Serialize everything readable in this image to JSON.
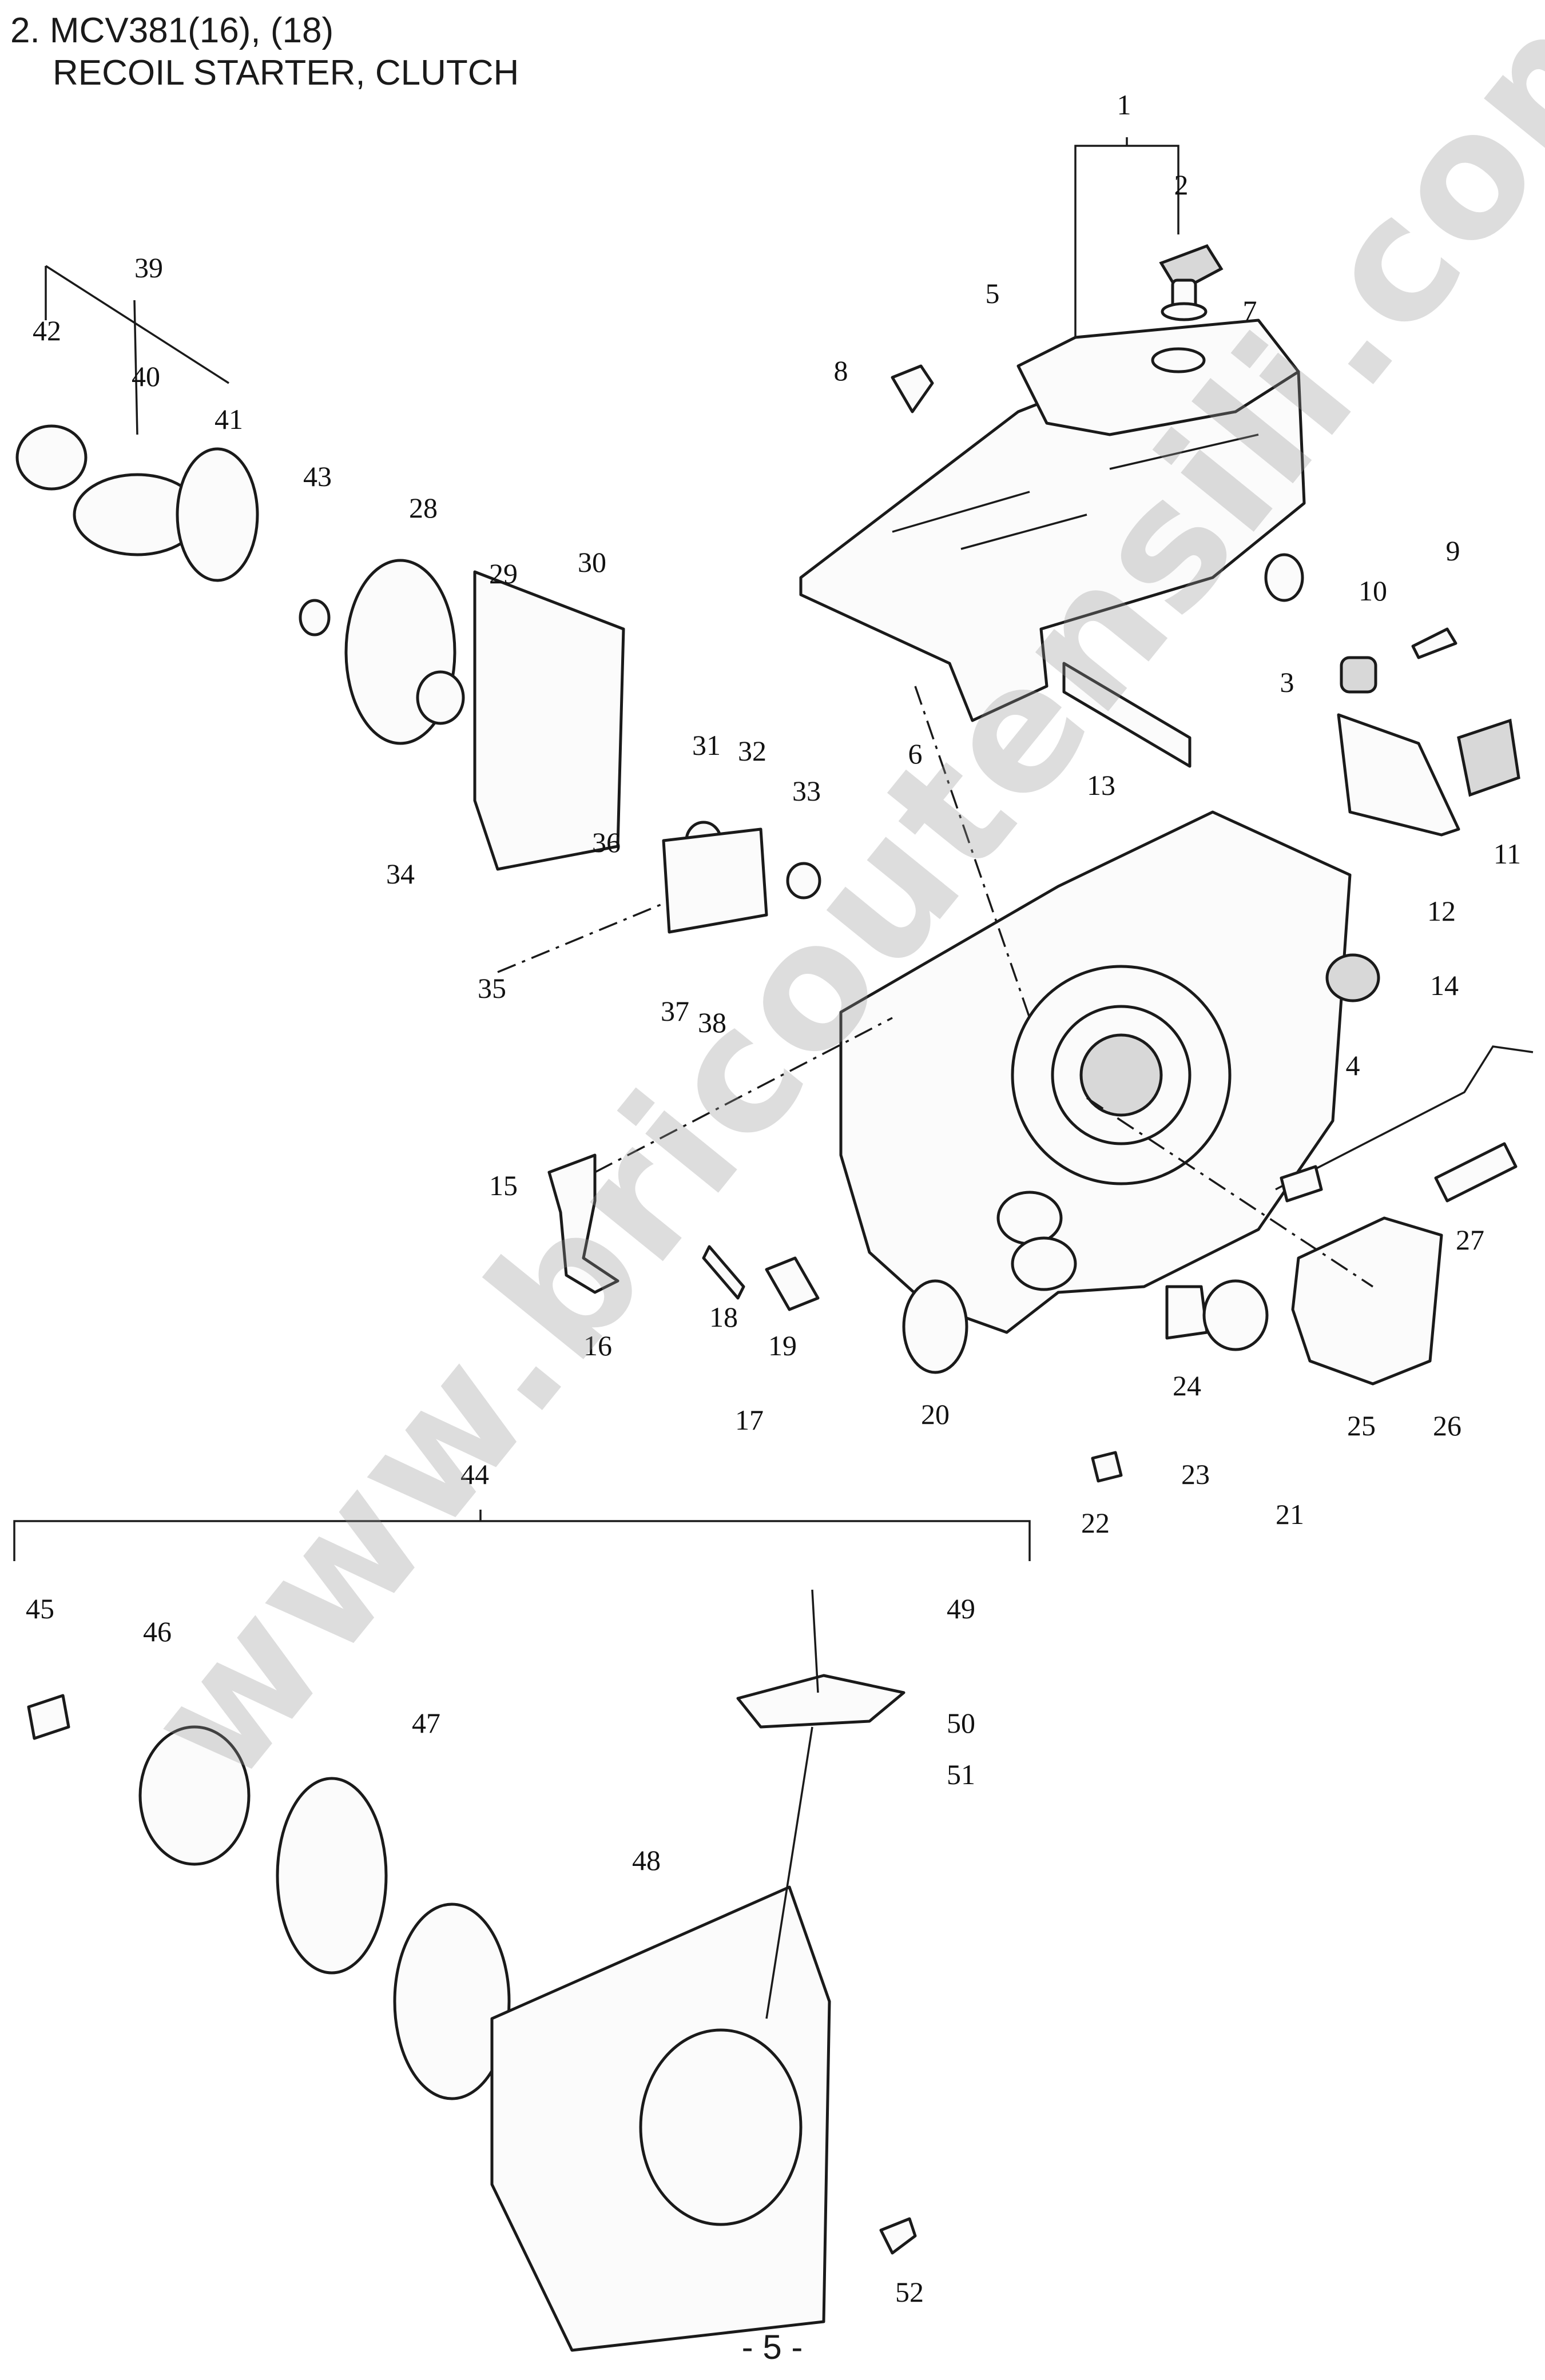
{
  "title": {
    "line1": "2. MCV381(16), (18)",
    "line2": "RECOIL STARTER, CLUTCH"
  },
  "footer": {
    "page_number": "- 5 -"
  },
  "watermark": "www.bricoutensili.com",
  "callouts": [
    {
      "id": "1",
      "label": "1"
    },
    {
      "id": "2",
      "label": "2"
    },
    {
      "id": "3",
      "label": "3"
    },
    {
      "id": "4",
      "label": "4"
    },
    {
      "id": "5",
      "label": "5"
    },
    {
      "id": "6",
      "label": "6"
    },
    {
      "id": "7",
      "label": "7"
    },
    {
      "id": "8",
      "label": "8"
    },
    {
      "id": "9",
      "label": "9"
    },
    {
      "id": "10",
      "label": "10"
    },
    {
      "id": "11",
      "label": "11"
    },
    {
      "id": "12",
      "label": "12"
    },
    {
      "id": "13",
      "label": "13"
    },
    {
      "id": "14",
      "label": "14"
    },
    {
      "id": "15",
      "label": "15"
    },
    {
      "id": "16",
      "label": "16"
    },
    {
      "id": "17",
      "label": "17"
    },
    {
      "id": "18",
      "label": "18"
    },
    {
      "id": "19",
      "label": "19"
    },
    {
      "id": "20",
      "label": "20"
    },
    {
      "id": "21",
      "label": "21"
    },
    {
      "id": "22",
      "label": "22"
    },
    {
      "id": "23",
      "label": "23"
    },
    {
      "id": "24",
      "label": "24"
    },
    {
      "id": "25",
      "label": "25"
    },
    {
      "id": "26",
      "label": "26"
    },
    {
      "id": "27",
      "label": "27"
    },
    {
      "id": "28",
      "label": "28"
    },
    {
      "id": "29",
      "label": "29"
    },
    {
      "id": "30",
      "label": "30"
    },
    {
      "id": "31",
      "label": "31"
    },
    {
      "id": "32",
      "label": "32"
    },
    {
      "id": "33",
      "label": "33"
    },
    {
      "id": "34",
      "label": "34"
    },
    {
      "id": "35",
      "label": "35"
    },
    {
      "id": "36",
      "label": "36"
    },
    {
      "id": "37",
      "label": "37"
    },
    {
      "id": "38",
      "label": "38"
    },
    {
      "id": "39",
      "label": "39"
    },
    {
      "id": "40",
      "label": "40"
    },
    {
      "id": "41",
      "label": "41"
    },
    {
      "id": "42",
      "label": "42"
    },
    {
      "id": "43",
      "label": "43"
    },
    {
      "id": "44",
      "label": "44"
    },
    {
      "id": "45",
      "label": "45"
    },
    {
      "id": "46",
      "label": "46"
    },
    {
      "id": "47",
      "label": "47"
    },
    {
      "id": "48",
      "label": "48"
    },
    {
      "id": "49",
      "label": "49"
    },
    {
      "id": "50",
      "label": "50"
    },
    {
      "id": "51",
      "label": "51"
    },
    {
      "id": "52",
      "label": "52"
    }
  ]
}
